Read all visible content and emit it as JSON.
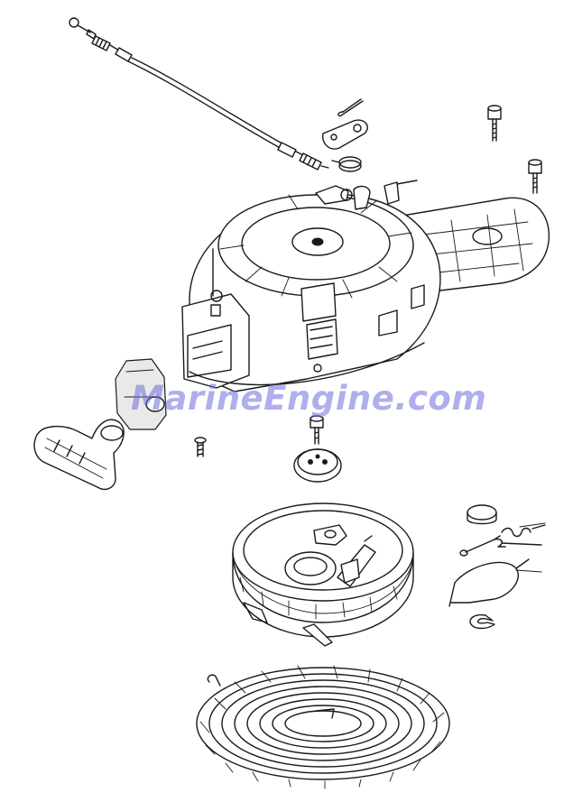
{
  "watermark": {
    "text": "MarineEngine.com",
    "color": "#6e6edc"
  },
  "diagram": {
    "type": "exploded-parts-diagram",
    "subject": "recoil starter assembly",
    "line_color": "#1a1a1a",
    "background": "#ffffff",
    "parts": [
      "starter-lockout-cable",
      "cotter-pin",
      "lockout-lever",
      "lever-spring",
      "bolt-upper-right",
      "bolt-right",
      "starter-housing",
      "starter-cover-plate",
      "rubber-grommet",
      "starter-handle",
      "small-screw",
      "center-bolt",
      "friction-plate",
      "starter-pulley",
      "pawl-spring-clip",
      "pawl-spring",
      "pawl-pin",
      "wire-guide-spring",
      "e-clip",
      "recoil-spring"
    ]
  }
}
